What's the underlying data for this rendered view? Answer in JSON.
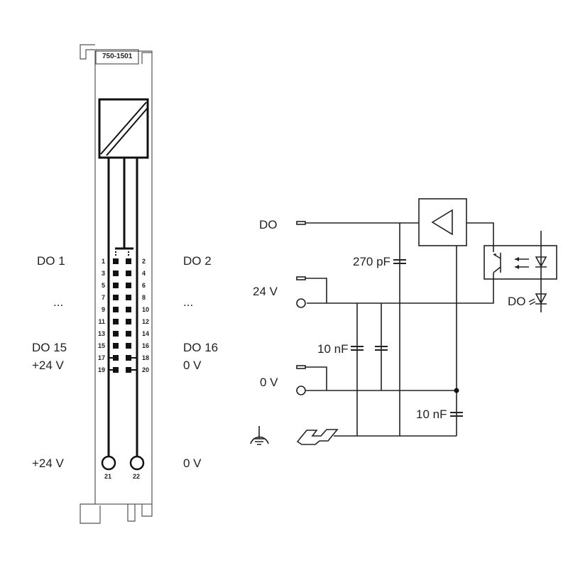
{
  "module": {
    "part_number": "750-1501",
    "left_labels": [
      "DO 1",
      "...",
      "DO 15",
      "+24 V",
      "+24 V"
    ],
    "right_labels": [
      "DO 2",
      "...",
      "DO 16",
      "0 V",
      "0 V"
    ],
    "pins_left": [
      "1",
      "3",
      "5",
      "7",
      "9",
      "11",
      "13",
      "15",
      "17",
      "19"
    ],
    "pins_right": [
      "2",
      "4",
      "6",
      "8",
      "10",
      "12",
      "14",
      "16",
      "18",
      "20"
    ],
    "terminal_left": "21",
    "terminal_right": "22"
  },
  "schematic": {
    "do_label": "DO",
    "v24_label": "24 V",
    "v0_label": "0 V",
    "cap_270": "270 pF",
    "cap_10_a": "10 nF",
    "cap_10_b": "10 nF",
    "led_label": "DO"
  }
}
